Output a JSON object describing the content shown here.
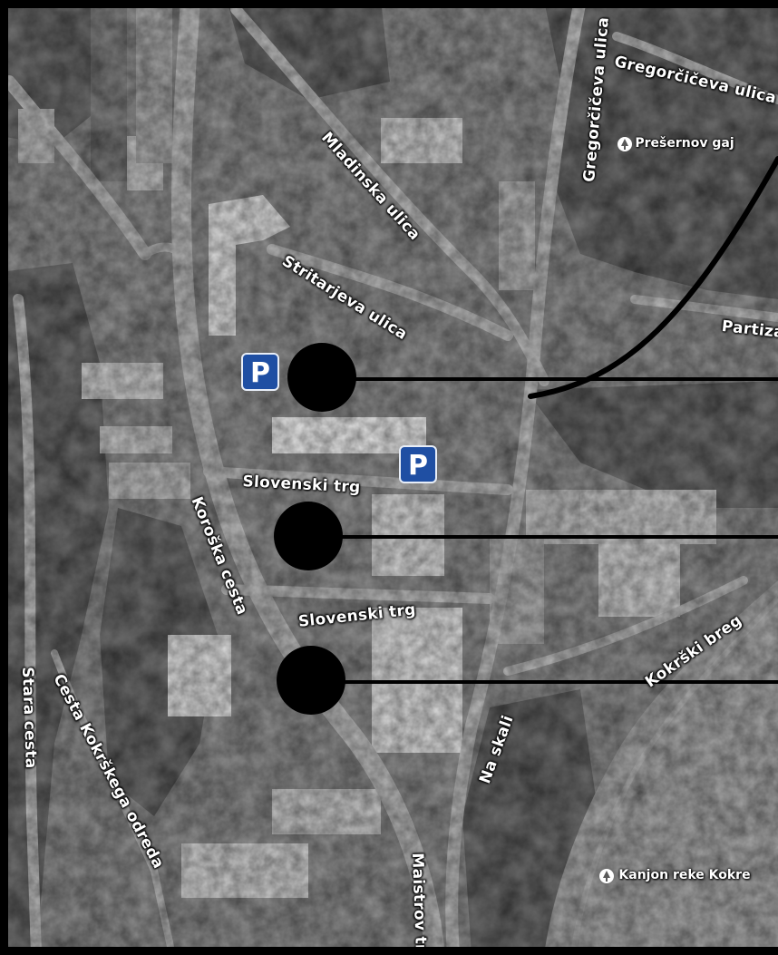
{
  "map": {
    "streets": [
      "Gregorčičeva ulica",
      "Gregorčičeva ulica",
      "Mladinska ulica",
      "Stritarjeva ulica",
      "Partizanska",
      "Slovenski trg",
      "Slovenski trg",
      "Koroška cesta",
      "Kokrški breg",
      "Stara cesta",
      "Cesta Kokrškega odreda",
      "Maistrov trg",
      "Na skali"
    ],
    "pois": [
      {
        "name": "Prešernov gaj",
        "icon": "tree-pin-icon"
      },
      {
        "name": "Kanjon reke Kokre",
        "icon": "tree-pin-icon"
      }
    ],
    "parking_label": "P"
  },
  "colors": {
    "parking": "#1f4fa3",
    "marker": "#000000",
    "label_text": "#ffffff"
  }
}
